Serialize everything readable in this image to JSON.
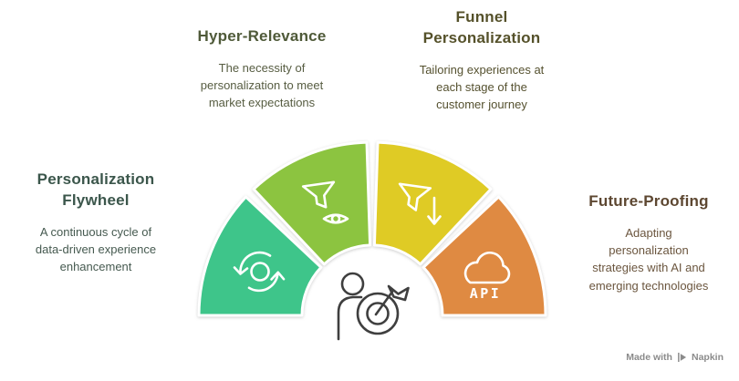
{
  "sections": [
    {
      "title": "Personalization Flywheel",
      "description": "A continuous cycle of data-driven experience enhancement",
      "segment_color": "#3ec58a",
      "title_color": "#3b564b",
      "desc_color": "#465a50",
      "icon": "cycle-arrows-icon"
    },
    {
      "title": "Hyper-Relevance",
      "description": "The necessity of personalization to meet market expectations",
      "segment_color": "#8cc440",
      "title_color": "#4f5a39",
      "desc_color": "#575d42",
      "icon": "funnel-eye-icon"
    },
    {
      "title": "Funnel Personalization",
      "description": "Tailoring experiences at each stage of the customer journey",
      "segment_color": "#dfcb25",
      "title_color": "#55512a",
      "desc_color": "#55512f",
      "icon": "funnel-down-arrow-icon"
    },
    {
      "title": "Future-Proofing",
      "description": "Adapting personalization strategies with AI and emerging technologies",
      "segment_color": "#df8a42",
      "title_color": "#5d4731",
      "desc_color": "#6b563f",
      "icon": "cloud-api-icon",
      "icon_label": "API"
    }
  ],
  "center_icon": "person-target-icon",
  "badge": {
    "made_with": "Made with",
    "brand": "Napkin"
  }
}
